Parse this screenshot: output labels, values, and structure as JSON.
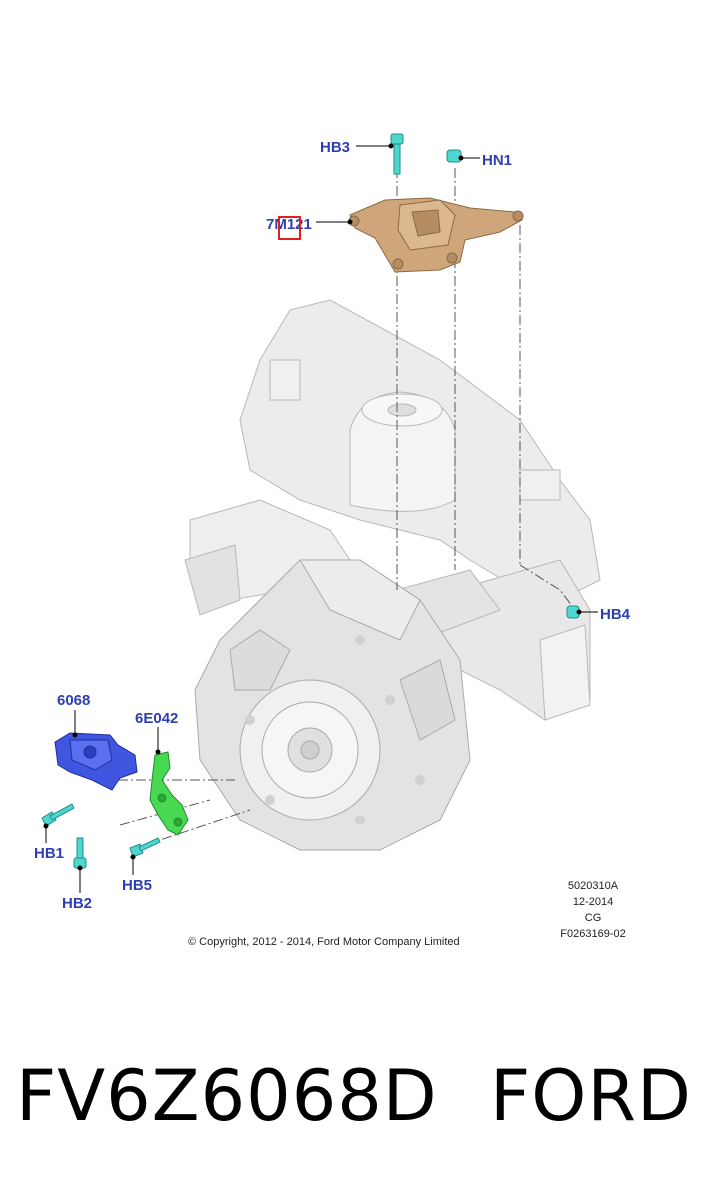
{
  "callouts": {
    "hb3": "HB3",
    "hn1": "HN1",
    "part_7m121": "7M121",
    "hb4": "HB4",
    "part_6068": "6068",
    "part_6e042": "6E042",
    "hb1": "HB1",
    "hb2": "HB2",
    "hb5": "HB5"
  },
  "meta": {
    "illustration_id": "5020310A",
    "date": "12-2014",
    "initials": "CG",
    "figure_number": "F0263169-02"
  },
  "copyright": "© Copyright, 2012 - 2014, Ford Motor Company Limited",
  "caption": {
    "part_number": "FV6Z6068D",
    "brand": "FORD"
  },
  "colors": {
    "callout_text": "#2f3fb0",
    "mount_bracket": "#c9a27a",
    "mount_insulator": "#3f56e0",
    "support_bracket": "#3fd84a",
    "fastener": "#3fd0c8",
    "body_structure": "#e6e6e6",
    "highlight_box": "#e02020"
  }
}
